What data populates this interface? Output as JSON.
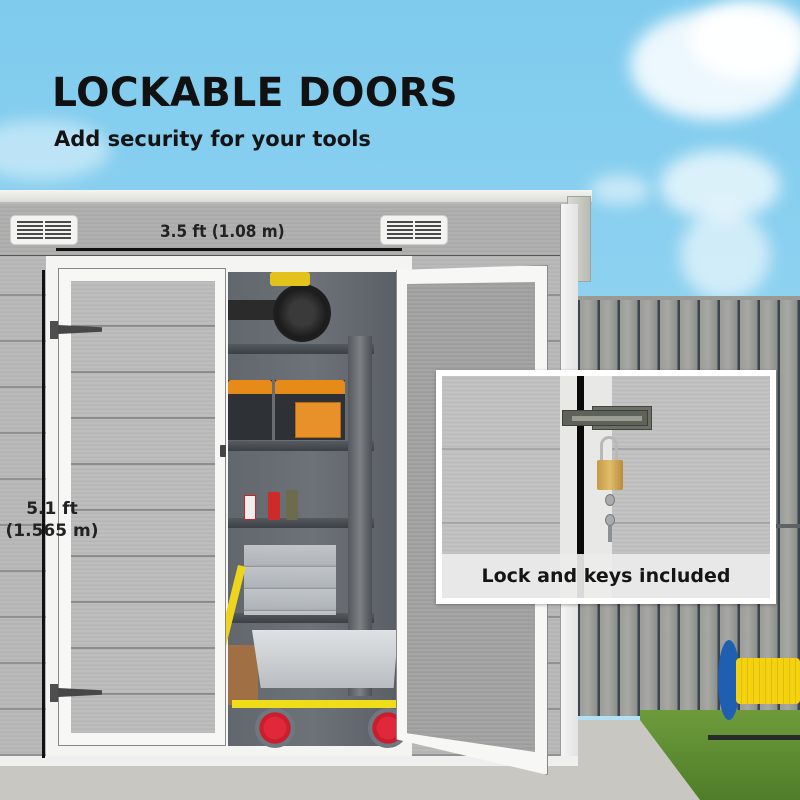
{
  "header": {
    "title": "LOCKABLE DOORS",
    "subtitle": "Add security for your tools"
  },
  "dimensions": {
    "width_label": "3.5 ft (1.08 m)",
    "height_label_ft": "5.1 ft",
    "height_label_m": "(1.565 m)"
  },
  "inset": {
    "caption": "Lock and keys included"
  },
  "colors": {
    "sky": "#86cdee",
    "shed_panel": "#b7b7b7",
    "door_trim": "#f4f4f2",
    "text": "#111111",
    "padlock": "#d4ad57",
    "hose": "#f4d20f",
    "reel": "#1f5fb2"
  }
}
